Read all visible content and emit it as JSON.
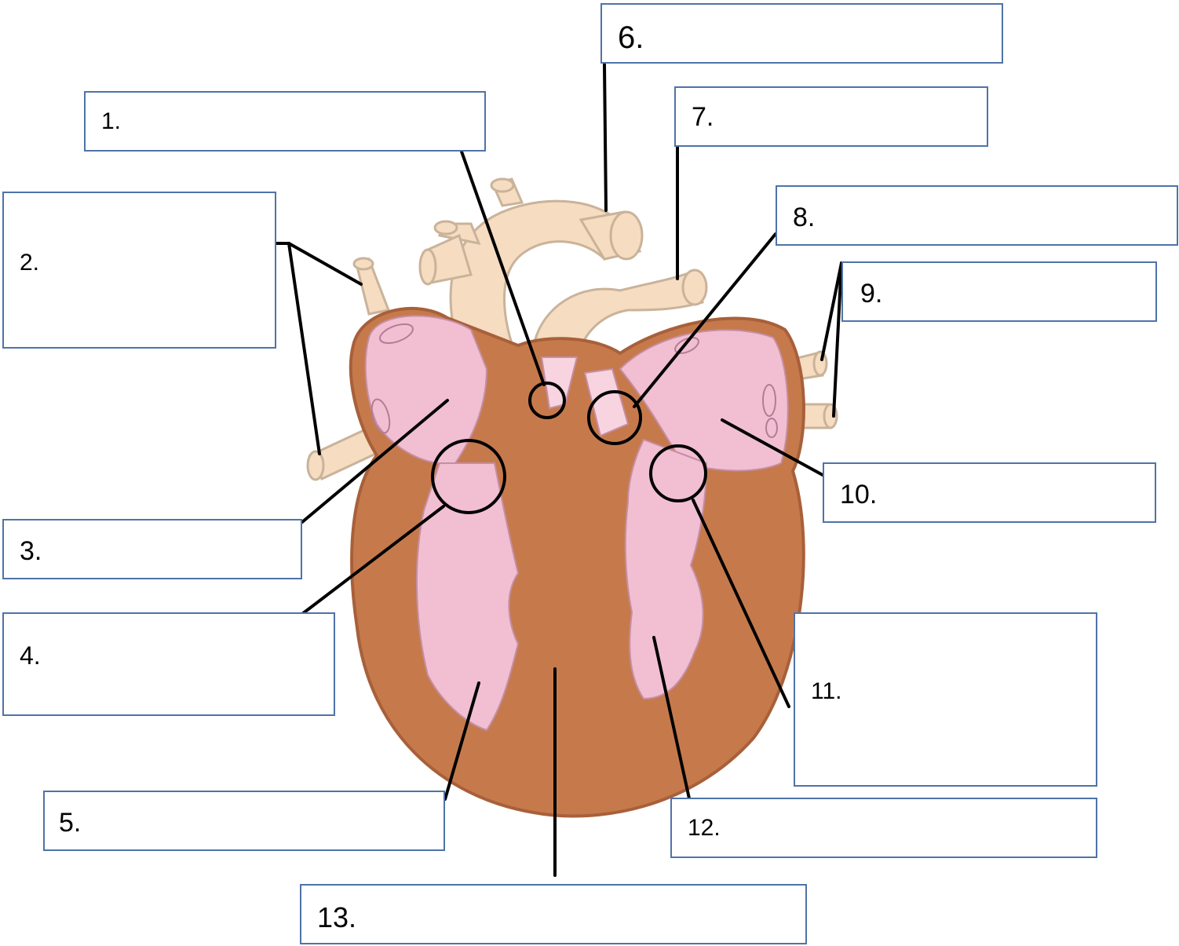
{
  "labels": [
    {
      "id": "1",
      "text": "1."
    },
    {
      "id": "2",
      "text": "2."
    },
    {
      "id": "3",
      "text": "3."
    },
    {
      "id": "4",
      "text": "4."
    },
    {
      "id": "5",
      "text": "5."
    },
    {
      "id": "6",
      "text": "6."
    },
    {
      "id": "7",
      "text": "7."
    },
    {
      "id": "8",
      "text": "8."
    },
    {
      "id": "9",
      "text": "9."
    },
    {
      "id": "10",
      "text": "10."
    },
    {
      "id": "11",
      "text": "11."
    },
    {
      "id": "12",
      "text": "12."
    },
    {
      "id": "13",
      "text": "13."
    }
  ],
  "colors": {
    "box_border": "#4f73a8",
    "muscle": "#c67a4c",
    "muscle_outline": "#a8603a",
    "chamber": "#f1bfd1",
    "chamber_light": "#f7d4e0",
    "vessel": "#f6dcc0",
    "vessel_outline": "#c9b39a",
    "pointer": "#000000"
  }
}
